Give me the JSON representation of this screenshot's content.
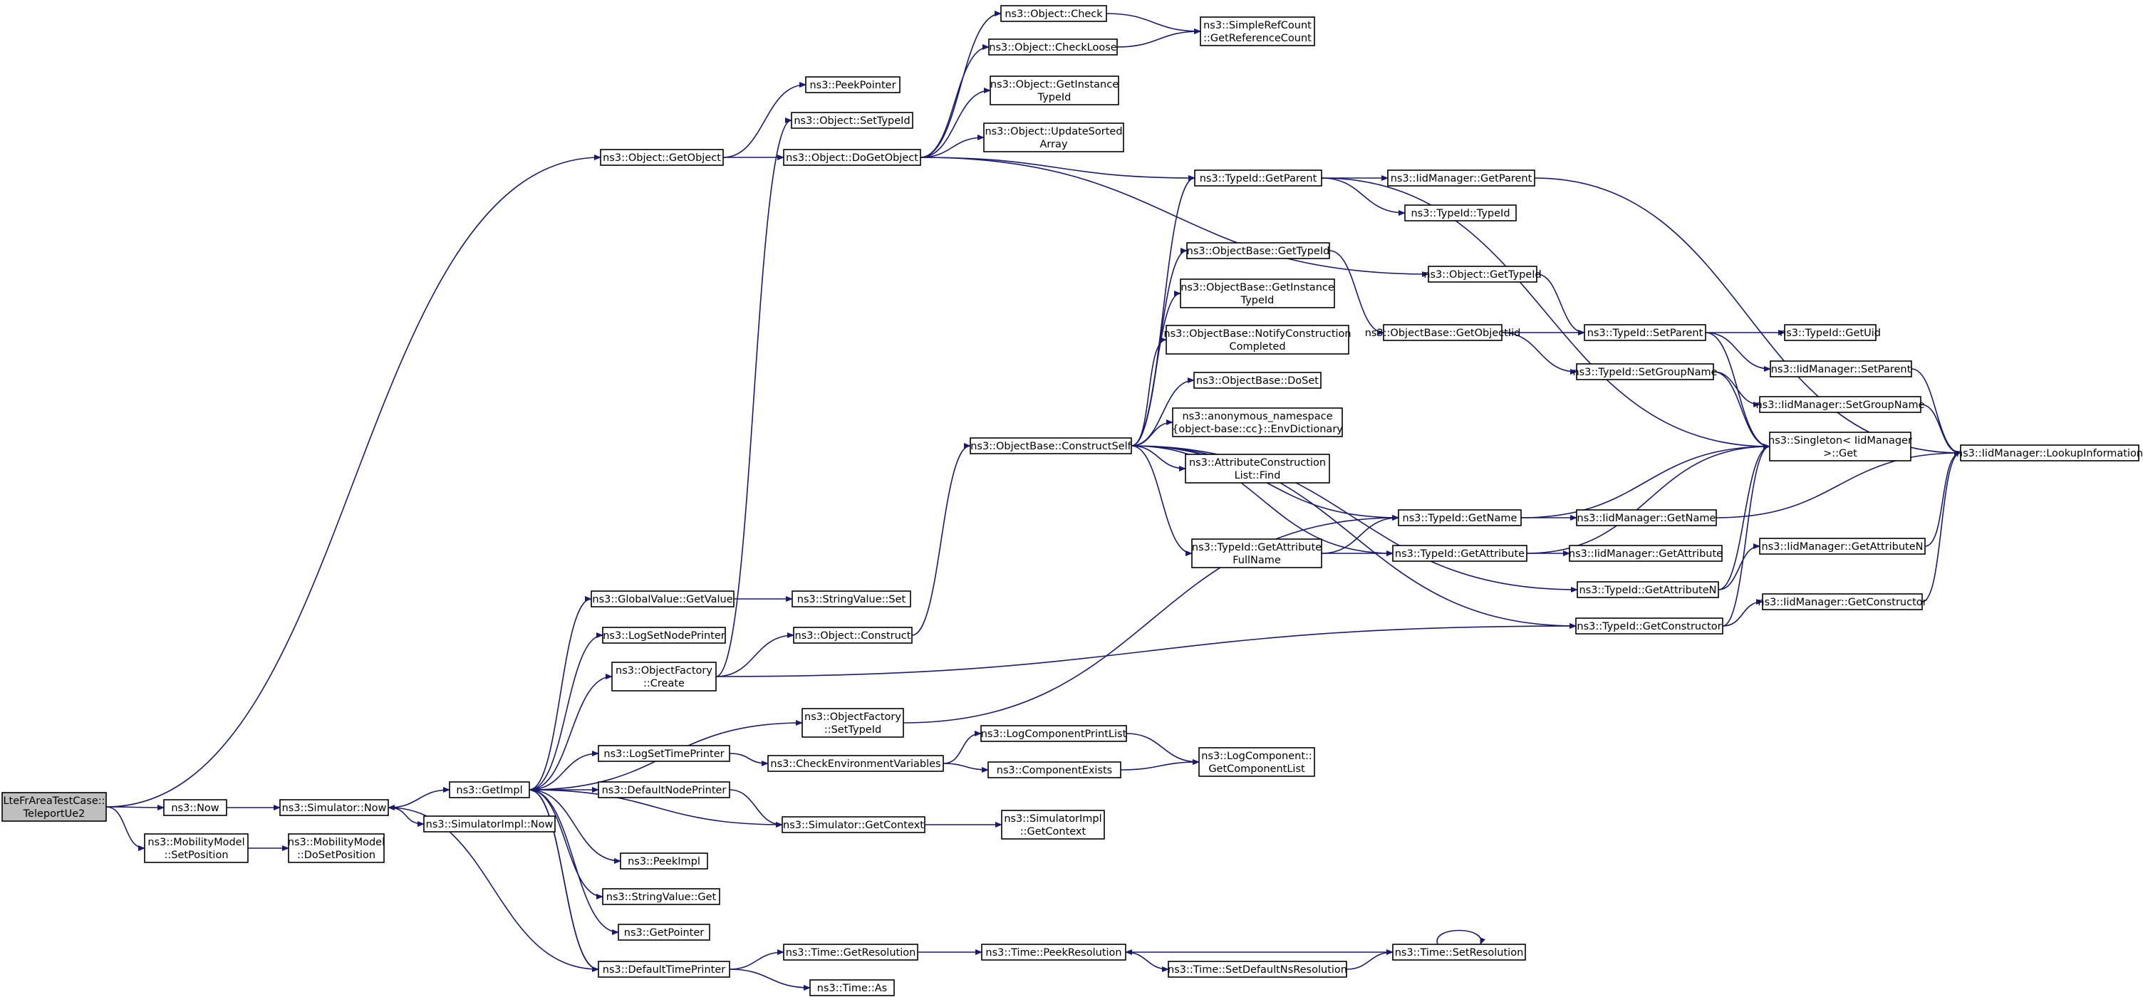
{
  "diagram": {
    "type": "call-graph",
    "nodes": [
      {
        "id": "root",
        "lines": [
          "LteFrAreaTestCase::",
          "TeleportUe2"
        ],
        "root": true
      },
      {
        "id": "now",
        "lines": [
          "ns3::Now"
        ]
      },
      {
        "id": "simnow",
        "lines": [
          "ns3::Simulator::Now"
        ]
      },
      {
        "id": "getimpl",
        "lines": [
          "ns3::GetImpl"
        ]
      },
      {
        "id": "simimplnow",
        "lines": [
          "ns3::SimulatorImpl::Now"
        ]
      },
      {
        "id": "mmsetpos",
        "lines": [
          "ns3::MobilityModel",
          "::SetPosition"
        ]
      },
      {
        "id": "mmdosetpos",
        "lines": [
          "ns3::MobilityModel",
          "::DoSetPosition"
        ]
      },
      {
        "id": "getobject",
        "lines": [
          "ns3::Object::GetObject"
        ]
      },
      {
        "id": "peekpointer",
        "lines": [
          "ns3::PeekPointer"
        ]
      },
      {
        "id": "objsettypeid",
        "lines": [
          "ns3::Object::SetTypeId"
        ]
      },
      {
        "id": "dogetobject",
        "lines": [
          "ns3::Object::DoGetObject"
        ]
      },
      {
        "id": "objcheck",
        "lines": [
          "ns3::Object::Check"
        ]
      },
      {
        "id": "objcheckloose",
        "lines": [
          "ns3::Object::CheckLoose"
        ]
      },
      {
        "id": "objgetinstancetid",
        "lines": [
          "ns3::Object::GetInstance",
          "TypeId"
        ]
      },
      {
        "id": "objupdatesorted",
        "lines": [
          "ns3::Object::UpdateSorted",
          "Array"
        ]
      },
      {
        "id": "simplerefcount",
        "lines": [
          "ns3::SimpleRefCount",
          "::GetReferenceCount"
        ]
      },
      {
        "id": "tidgetparent",
        "lines": [
          "ns3::TypeId::GetParent"
        ]
      },
      {
        "id": "iidgetparent",
        "lines": [
          "ns3::IidManager::GetParent"
        ]
      },
      {
        "id": "tidtypeid",
        "lines": [
          "ns3::TypeId::TypeId"
        ]
      },
      {
        "id": "objgettypeid",
        "lines": [
          "ns3::Object::GetTypeId"
        ]
      },
      {
        "id": "obgettypeid",
        "lines": [
          "ns3::ObjectBase::GetTypeId"
        ]
      },
      {
        "id": "obgetinstancetid",
        "lines": [
          "ns3::ObjectBase::GetInstance",
          "TypeId"
        ]
      },
      {
        "id": "obnotify",
        "lines": [
          "ns3::ObjectBase::NotifyConstruction",
          "Completed"
        ]
      },
      {
        "id": "obdoset",
        "lines": [
          "ns3::ObjectBase::DoSet"
        ]
      },
      {
        "id": "anonenv",
        "lines": [
          "ns3::anonymous_namespace",
          "{object-base::cc}::EnvDictionary"
        ]
      },
      {
        "id": "attrfind",
        "lines": [
          "ns3::AttributeConstruction",
          "List::Find"
        ]
      },
      {
        "id": "obconstructself",
        "lines": [
          "ns3::ObjectBase::ConstructSelf"
        ]
      },
      {
        "id": "obgetobjectiid",
        "lines": [
          "ns3::ObjectBase::GetObjectIid"
        ]
      },
      {
        "id": "tidsetparent",
        "lines": [
          "ns3::TypeId::SetParent"
        ]
      },
      {
        "id": "tidgetuid",
        "lines": [
          "ns3::TypeId::GetUid"
        ]
      },
      {
        "id": "iidsetparent",
        "lines": [
          "ns3::IidManager::SetParent"
        ]
      },
      {
        "id": "tidsetgroupname",
        "lines": [
          "ns3::TypeId::SetGroupName"
        ]
      },
      {
        "id": "iidsetgroupname",
        "lines": [
          "ns3::IidManager::SetGroupName"
        ]
      },
      {
        "id": "singleton",
        "lines": [
          "ns3::Singleton< IidManager",
          "  >::Get"
        ]
      },
      {
        "id": "iidlookup",
        "lines": [
          "ns3::IidManager::LookupInformation"
        ]
      },
      {
        "id": "tidgetname",
        "lines": [
          "ns3::TypeId::GetName"
        ]
      },
      {
        "id": "iidgetname",
        "lines": [
          "ns3::IidManager::GetName"
        ]
      },
      {
        "id": "tidgetattrfullname",
        "lines": [
          "ns3::TypeId::GetAttribute",
          "FullName"
        ]
      },
      {
        "id": "tidgetattr",
        "lines": [
          "ns3::TypeId::GetAttribute"
        ]
      },
      {
        "id": "iidgetattr",
        "lines": [
          "ns3::IidManager::GetAttribute"
        ]
      },
      {
        "id": "tidgetattrn",
        "lines": [
          "ns3::TypeId::GetAttributeN"
        ]
      },
      {
        "id": "iidgetattrn",
        "lines": [
          "ns3::IidManager::GetAttributeN"
        ]
      },
      {
        "id": "tidgetconstructor",
        "lines": [
          "ns3::TypeId::GetConstructor"
        ]
      },
      {
        "id": "iidgetconstructor",
        "lines": [
          "ns3::IidManager::GetConstructor"
        ]
      },
      {
        "id": "gvgetvalue",
        "lines": [
          "ns3::GlobalValue::GetValue"
        ]
      },
      {
        "id": "stringvalueset",
        "lines": [
          "ns3::StringValue::Set"
        ]
      },
      {
        "id": "logsetnodeprinter",
        "lines": [
          "ns3::LogSetNodePrinter"
        ]
      },
      {
        "id": "objfactorycreate",
        "lines": [
          "ns3::ObjectFactory",
          "::Create"
        ]
      },
      {
        "id": "objconstruct",
        "lines": [
          "ns3::Object::Construct"
        ]
      },
      {
        "id": "objfactorysettid",
        "lines": [
          "ns3::ObjectFactory",
          "::SetTypeId"
        ]
      },
      {
        "id": "logsettimeprinter",
        "lines": [
          "ns3::LogSetTimePrinter"
        ]
      },
      {
        "id": "checkenv",
        "lines": [
          "ns3::CheckEnvironmentVariables"
        ]
      },
      {
        "id": "logcompprintlist",
        "lines": [
          "ns3::LogComponentPrintList"
        ]
      },
      {
        "id": "compexists",
        "lines": [
          "ns3::ComponentExists"
        ]
      },
      {
        "id": "logcompgetlist",
        "lines": [
          "ns3::LogComponent::",
          "GetComponentList"
        ]
      },
      {
        "id": "defaultnodeprinter",
        "lines": [
          "ns3::DefaultNodePrinter"
        ]
      },
      {
        "id": "simgetcontext",
        "lines": [
          "ns3::Simulator::GetContext"
        ]
      },
      {
        "id": "simimplgetcontext",
        "lines": [
          "ns3::SimulatorImpl",
          "::GetContext"
        ]
      },
      {
        "id": "peekimpl",
        "lines": [
          "ns3::PeekImpl"
        ]
      },
      {
        "id": "stringvalueget",
        "lines": [
          "ns3::StringValue::Get"
        ]
      },
      {
        "id": "getpointer",
        "lines": [
          "ns3::GetPointer"
        ]
      },
      {
        "id": "defaulttimeprinter",
        "lines": [
          "ns3::DefaultTimePrinter"
        ]
      },
      {
        "id": "timegetres",
        "lines": [
          "ns3::Time::GetResolution"
        ]
      },
      {
        "id": "timeas",
        "lines": [
          "ns3::Time::As"
        ]
      },
      {
        "id": "timepeekres",
        "lines": [
          "ns3::Time::PeekResolution"
        ]
      },
      {
        "id": "timesetdefault",
        "lines": [
          "ns3::Time::SetDefaultNsResolution"
        ]
      },
      {
        "id": "timesetres",
        "lines": [
          "ns3::Time::SetResolution"
        ]
      }
    ],
    "edges": [
      [
        "root",
        "now"
      ],
      [
        "root",
        "mmsetpos"
      ],
      [
        "root",
        "getobject"
      ],
      [
        "now",
        "simnow"
      ],
      [
        "simnow",
        "getimpl"
      ],
      [
        "simnow",
        "simimplnow"
      ],
      [
        "mmsetpos",
        "mmdosetpos"
      ],
      [
        "getobject",
        "peekpointer"
      ],
      [
        "getobject",
        "dogetobject"
      ],
      [
        "dogetobject",
        "objcheck"
      ],
      [
        "dogetobject",
        "objcheckloose"
      ],
      [
        "dogetobject",
        "objgetinstancetid"
      ],
      [
        "dogetobject",
        "objupdatesorted"
      ],
      [
        "dogetobject",
        "tidgetparent"
      ],
      [
        "dogetobject",
        "objgettypeid"
      ],
      [
        "objcheck",
        "simplerefcount"
      ],
      [
        "objcheckloose",
        "simplerefcount"
      ],
      [
        "tidgetparent",
        "iidgetparent"
      ],
      [
        "tidgetparent",
        "tidtypeid"
      ],
      [
        "tidgetparent",
        "singleton"
      ],
      [
        "iidgetparent",
        "iidlookup"
      ],
      [
        "objgettypeid",
        "tidsetparent"
      ],
      [
        "obgettypeid",
        "obgetobjectiid"
      ],
      [
        "obgetobjectiid",
        "tidsetparent"
      ],
      [
        "obgetobjectiid",
        "tidsetgroupname"
      ],
      [
        "tidsetparent",
        "tidgetuid"
      ],
      [
        "tidsetparent",
        "iidsetparent"
      ],
      [
        "tidsetparent",
        "singleton"
      ],
      [
        "iidsetparent",
        "iidlookup"
      ],
      [
        "tidsetgroupname",
        "iidsetgroupname"
      ],
      [
        "tidsetgroupname",
        "singleton"
      ],
      [
        "iidsetgroupname",
        "iidlookup"
      ],
      [
        "obconstructself",
        "tidgetparent"
      ],
      [
        "obconstructself",
        "obgettypeid"
      ],
      [
        "obconstructself",
        "obgetinstancetid"
      ],
      [
        "obconstructself",
        "obnotify"
      ],
      [
        "obconstructself",
        "obdoset"
      ],
      [
        "obconstructself",
        "anonenv"
      ],
      [
        "obconstructself",
        "attrfind"
      ],
      [
        "obconstructself",
        "tidgetname"
      ],
      [
        "obconstructself",
        "tidgetattrfullname"
      ],
      [
        "obconstructself",
        "tidgetattr"
      ],
      [
        "obconstructself",
        "tidgetattrn"
      ],
      [
        "obconstructself",
        "tidgetconstructor"
      ],
      [
        "tidgetname",
        "iidgetname"
      ],
      [
        "tidgetname",
        "singleton"
      ],
      [
        "iidgetname",
        "iidlookup"
      ],
      [
        "tidgetattrfullname",
        "tidgetname"
      ],
      [
        "tidgetattrfullname",
        "tidgetattr"
      ],
      [
        "tidgetattr",
        "iidgetattr"
      ],
      [
        "tidgetattr",
        "singleton"
      ],
      [
        "tidgetattrn",
        "iidgetattrn"
      ],
      [
        "tidgetattrn",
        "singleton"
      ],
      [
        "iidgetattrn",
        "iidlookup"
      ],
      [
        "tidgetconstructor",
        "iidgetconstructor"
      ],
      [
        "tidgetconstructor",
        "singleton"
      ],
      [
        "iidgetconstructor",
        "iidlookup"
      ],
      [
        "getimpl",
        "gvgetvalue"
      ],
      [
        "getimpl",
        "logsetnodeprinter"
      ],
      [
        "getimpl",
        "objfactorycreate"
      ],
      [
        "getimpl",
        "objfactorysettid"
      ],
      [
        "getimpl",
        "logsettimeprinter"
      ],
      [
        "getimpl",
        "defaultnodeprinter"
      ],
      [
        "getimpl",
        "simgetcontext"
      ],
      [
        "getimpl",
        "peekimpl"
      ],
      [
        "getimpl",
        "stringvalueget"
      ],
      [
        "getimpl",
        "getpointer"
      ],
      [
        "getimpl",
        "defaulttimeprinter"
      ],
      [
        "gvgetvalue",
        "stringvalueset"
      ],
      [
        "objfactorycreate",
        "objconstruct"
      ],
      [
        "objfactorycreate",
        "objsettypeid"
      ],
      [
        "objfactorycreate",
        "tidgetconstructor"
      ],
      [
        "objconstruct",
        "obconstructself"
      ],
      [
        "objfactorysettid",
        "tidgetname"
      ],
      [
        "logsettimeprinter",
        "checkenv"
      ],
      [
        "checkenv",
        "logcompprintlist"
      ],
      [
        "checkenv",
        "compexists"
      ],
      [
        "logcompprintlist",
        "logcompgetlist"
      ],
      [
        "compexists",
        "logcompgetlist"
      ],
      [
        "defaultnodeprinter",
        "simgetcontext"
      ],
      [
        "simgetcontext",
        "simimplgetcontext"
      ],
      [
        "defaulttimeprinter",
        "simnow"
      ],
      [
        "defaulttimeprinter",
        "getimpl"
      ],
      [
        "defaulttimeprinter",
        "timegetres"
      ],
      [
        "defaulttimeprinter",
        "timeas"
      ],
      [
        "timegetres",
        "timepeekres"
      ],
      [
        "timepeekres",
        "timesetdefault"
      ],
      [
        "timesetdefault",
        "timesetres"
      ],
      [
        "timesetres",
        "timepeekres"
      ],
      [
        "timesetres",
        "timesetres"
      ]
    ]
  }
}
